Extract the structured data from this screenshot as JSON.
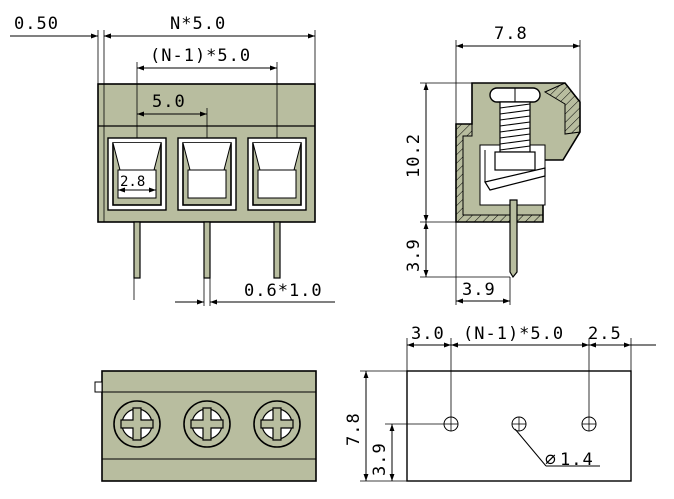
{
  "colors": {
    "body": "#b8bd9f",
    "line": "#000000",
    "background": "#ffffff"
  },
  "front_view": {
    "dim_edge": "0.50",
    "dim_total": "N*5.0",
    "dim_span": "(N-1)*5.0",
    "dim_pitch": "5.0",
    "dim_opening": "2.8",
    "dim_pin": "0.6*1.0"
  },
  "side_view": {
    "dim_depth": "7.8",
    "dim_height": "10.2",
    "dim_pin_length": "3.9",
    "dim_pin_offset": "3.9"
  },
  "bottom_view": {
    "dim_left": "3.0",
    "dim_pitch": "(N-1)*5.0",
    "dim_right": "2.5",
    "dim_depth": "7.8",
    "dim_hole_offset": "3.9",
    "dim_hole_dia": "1.4",
    "diameter_symbol": "⌀"
  }
}
